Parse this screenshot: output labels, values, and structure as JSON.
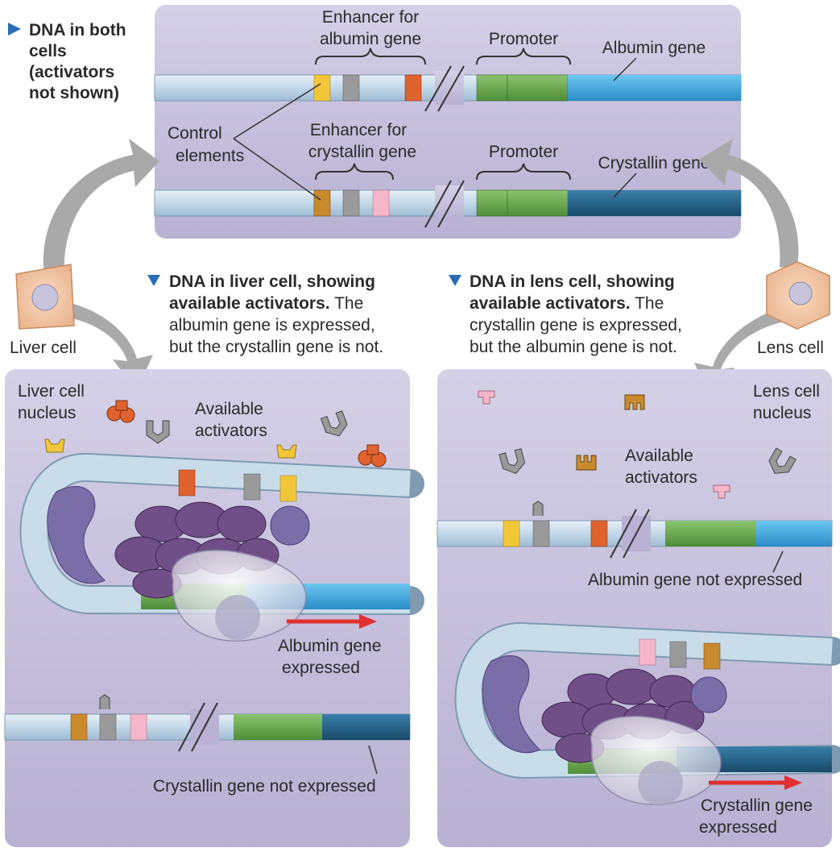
{
  "top": {
    "heading": [
      "DNA in both",
      "cells",
      "(activators",
      "not shown)"
    ],
    "enhancer_albumin": [
      "Enhancer for",
      "albumin gene"
    ],
    "enhancer_crystallin": [
      "Enhancer for",
      "crystallin gene"
    ],
    "promoter": "Promoter",
    "albumin_gene": "Albumin gene",
    "crystallin_gene": "Crystallin gene",
    "control_elements": [
      "Control",
      "elements"
    ]
  },
  "liver": {
    "cell_label": "Liver cell",
    "heading_bold": [
      "DNA in liver cell, showing",
      "available activators."
    ],
    "heading_tail": "The",
    "heading_body": [
      "albumin gene is expressed,",
      "but the crystallin gene is not."
    ],
    "nucleus": [
      "Liver cell",
      "nucleus"
    ],
    "activators": [
      "Available",
      "activators"
    ],
    "expressed": [
      "Albumin gene",
      "expressed"
    ],
    "not_expressed": "Crystallin gene not expressed"
  },
  "lens": {
    "cell_label": "Lens cell",
    "heading_bold": [
      "DNA in lens cell, showing",
      "available activators."
    ],
    "heading_tail": "The",
    "heading_body": [
      "crystallin gene is expressed,",
      "but the albumin gene is not."
    ],
    "nucleus": [
      "Lens cell",
      "nucleus"
    ],
    "activators": [
      "Available",
      "activators"
    ],
    "expressed": [
      "Crystallin gene",
      "expressed"
    ],
    "not_expressed": "Albumin gene not expressed"
  },
  "colors": {
    "panel": "#bcb6d6",
    "dna": "#c9dcea",
    "promoter": "#6aa84f",
    "albumin_gene": "#3aa4dd",
    "crystallin_gene": "#1f5c82",
    "yellow_element": "#f3c63a",
    "orange_element": "#e0622e",
    "gray_element": "#9a9a9a",
    "pink_element": "#f4b6c8",
    "brown_element": "#c98a2e",
    "mediator": "#6f4f86",
    "arrow": "#e03030",
    "triangle": "#2a6db5"
  }
}
